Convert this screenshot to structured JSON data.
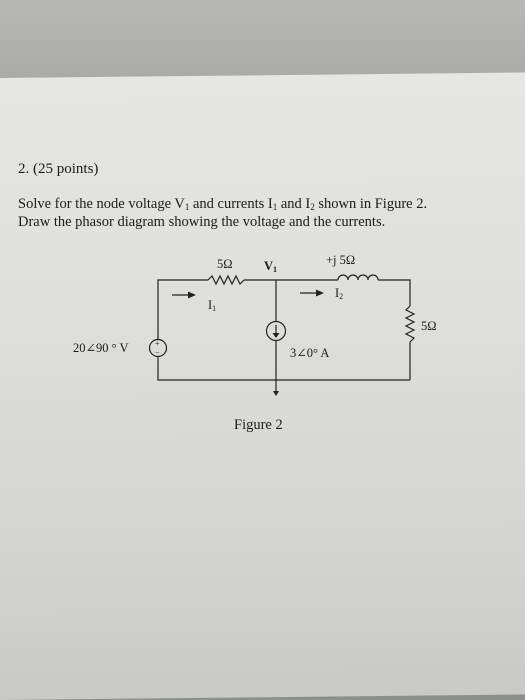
{
  "problem": {
    "number": "2. (25 points)",
    "line1_a": "Solve for the node voltage V",
    "line1_b": " and currents I",
    "line1_c": " and I",
    "line1_d": " shown in Figure 2.",
    "line2": "Draw the phasor diagram showing the voltage and the currents."
  },
  "subscripts": {
    "one": "1",
    "two": "2"
  },
  "circuit": {
    "resistor1_label": "5Ω",
    "node_label": "V",
    "inductor_label": "+j 5Ω",
    "current1_label": "I",
    "current2_label": "I",
    "resistor2_label": "5Ω",
    "voltage_source_label": "20∠90 ° V",
    "current_source_label": "3∠0° A",
    "plus_sign": "+",
    "minus_sign": "−"
  },
  "figure_caption": "Figure 2"
}
